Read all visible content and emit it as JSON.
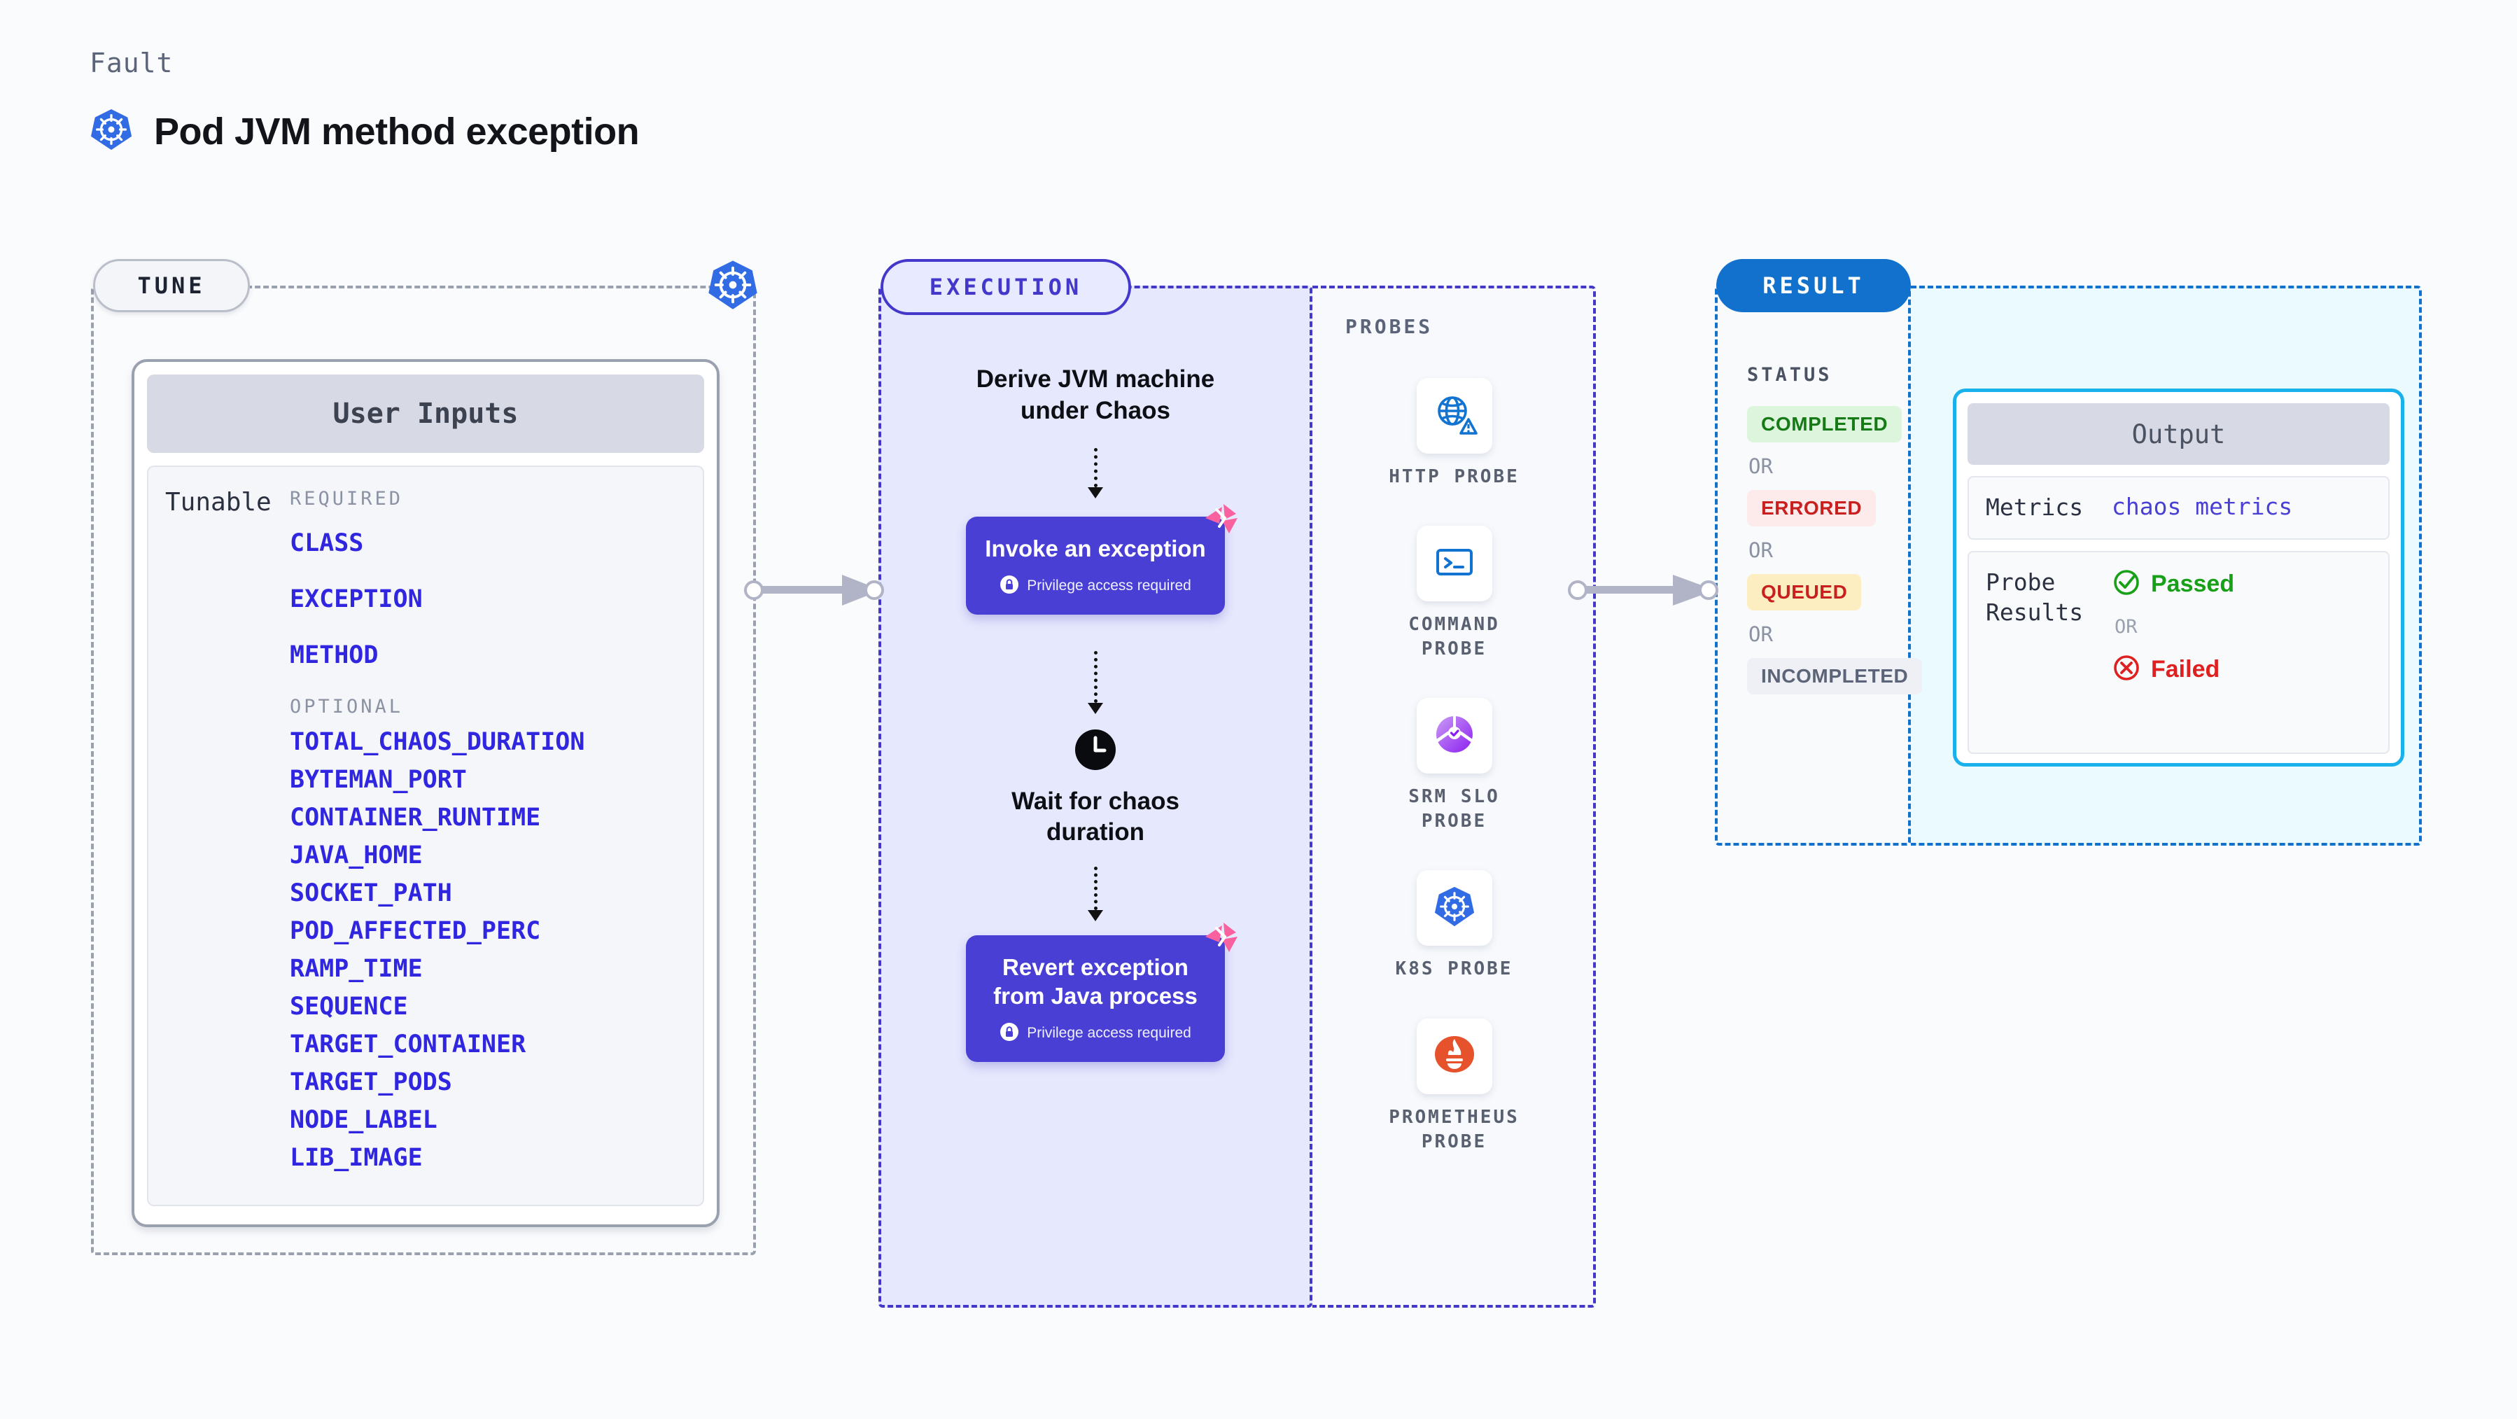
{
  "header": {
    "fault_label": "Fault",
    "title": "Pod JVM method exception",
    "icon": "kubernetes-icon"
  },
  "sections": {
    "tune": {
      "pill": "TUNE"
    },
    "execution": {
      "pill": "EXECUTION"
    },
    "probes": {
      "title": "PROBES"
    },
    "result": {
      "pill": "RESULT"
    }
  },
  "user_inputs": {
    "header": "User Inputs",
    "row_label": "Tunable",
    "required_title": "REQUIRED",
    "required": [
      "CLASS",
      "EXCEPTION",
      "METHOD"
    ],
    "optional_title": "OPTIONAL",
    "optional": [
      "TOTAL_CHAOS_DURATION",
      "BYTEMAN_PORT",
      "CONTAINER_RUNTIME",
      "JAVA_HOME",
      "SOCKET_PATH",
      "POD_AFFECTED_PERC",
      "RAMP_TIME",
      "SEQUENCE",
      "TARGET_CONTAINER",
      "TARGET_PODS",
      "NODE_LABEL",
      "LIB_IMAGE"
    ]
  },
  "execution_flow": {
    "step1_heading": "Derive JVM machine\nunder Chaos",
    "step1_line1": "Derive JVM machine",
    "step1_line2": "under Chaos",
    "action1": {
      "title": "Invoke an exception",
      "privilege_text": "Privilege access required",
      "privilege_icon": "lock-icon",
      "corner_badge_icon": "litmus-chaos-icon"
    },
    "wait": {
      "icon": "clock-icon",
      "line1": "Wait for chaos",
      "line2": "duration"
    },
    "action2": {
      "title_line1": "Revert exception",
      "title_line2": "from Java process",
      "privilege_text": "Privilege access required",
      "privilege_icon": "lock-icon",
      "corner_badge_icon": "litmus-chaos-icon"
    }
  },
  "probes": [
    {
      "label_line1": "HTTP",
      "label_line2": "PROBE",
      "icon": "globe-warning-icon"
    },
    {
      "label_line1": "COMMAND",
      "label_line2": "PROBE",
      "icon": "terminal-icon"
    },
    {
      "label_line1": "SRM SLO",
      "label_line2": "PROBE",
      "icon": "srm-slo-icon"
    },
    {
      "label_line1": "K8S",
      "label_line2": "PROBE",
      "icon": "kubernetes-icon"
    },
    {
      "label_line1": "PROMETHEUS",
      "label_line2": "PROBE",
      "icon": "prometheus-icon"
    }
  ],
  "result": {
    "status_title": "STATUS",
    "or_label": "OR",
    "statuses": [
      {
        "label": "COMPLETED",
        "bg": "#dcf5dc",
        "fg": "#167a16"
      },
      {
        "label": "ERRORED",
        "bg": "#fdeaea",
        "fg": "#c81f1f"
      },
      {
        "label": "QUEUED",
        "bg": "#fdeec2",
        "fg": "#c81f1f"
      },
      {
        "label": "INCOMPLETED",
        "bg": "#eef0f5",
        "fg": "#5b6478"
      }
    ]
  },
  "output": {
    "header": "Output",
    "metrics_key": "Metrics",
    "metrics_value": "chaos metrics",
    "probe_results_key_line1": "Probe",
    "probe_results_key_line2": "Results",
    "passed_label": "Passed",
    "passed_icon": "check-circle-icon",
    "failed_label": "Failed",
    "failed_icon": "x-circle-icon",
    "or_label": "OR"
  },
  "colors": {
    "tune_accent": "#9aa1ae",
    "exec_accent": "#4338ca",
    "result_accent": "#1271cc",
    "action_purple": "#4a3fd4",
    "tunable_blue": "#3026e0",
    "output_border": "#18b1eb",
    "litmus_pink": "#f9629f",
    "k8s_blue": "#326ce5",
    "passed_green": "#18a018",
    "failed_red": "#e02020"
  }
}
